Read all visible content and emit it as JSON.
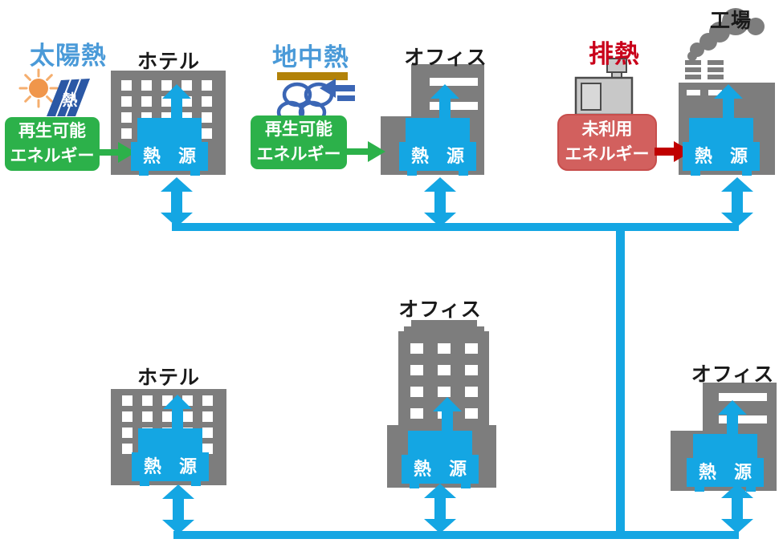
{
  "headings": {
    "solar": "太陽熱",
    "geothermal": "地中熱",
    "waste_heat": "排熱"
  },
  "buildings": {
    "hotel_top": "ホテル",
    "office_top": "オフィス",
    "factory": "工場",
    "hotel_bottom": "ホテル",
    "office_bottom_center": "オフィス",
    "office_bottom_right": "オフィス"
  },
  "boxes": {
    "renewable1": {
      "line1": "再生可能",
      "line2": "エネルギー"
    },
    "renewable2": {
      "line1": "再生可能",
      "line2": "エネルギー"
    },
    "unused": {
      "line1": "未利用",
      "line2": "エネルギー"
    }
  },
  "heat_source_label": "熱 源",
  "solar_panel_char": "熱",
  "icons": {
    "solar": "sun-and-solar-panel-icon",
    "geothermal": "ground-loop-coil-icon",
    "waste_heat": "industrial-equipment-icon",
    "factory_smoke": "smoke-icon"
  },
  "colors": {
    "pipe_blue": "#14a6e3",
    "heading_blue": "#4a9ad8",
    "building_gray": "#7d7d7d",
    "renewable_green": "#2cb14a",
    "unused_energy_fill": "#d2605e",
    "unused_energy_arrow": "#c00000",
    "waste_heading_red": "#c9001a",
    "soil_brown": "#b28209",
    "coil_blue": "#3b66b5",
    "sun_orange": "#f0964b",
    "panel_blue": "#2b58a5",
    "equipment_gray": "#c8c8c8"
  }
}
